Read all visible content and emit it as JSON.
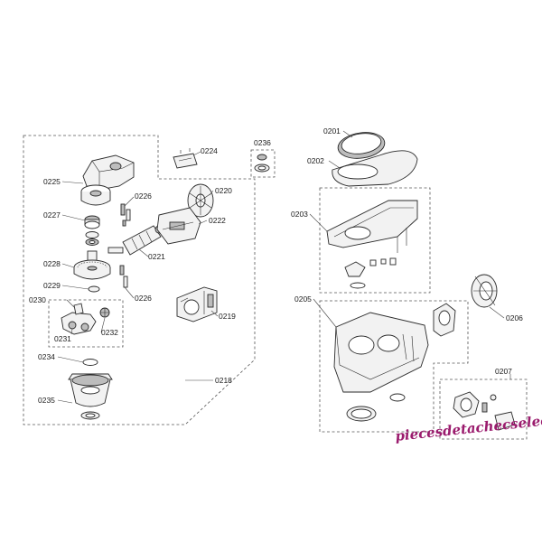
{
  "labels": {
    "l0201": "0201",
    "l0202": "0202",
    "l0203": "0203",
    "l0205": "0205",
    "l0206": "0206",
    "l0207": "0207",
    "l0218": "0218",
    "l0219": "0219",
    "l0220": "0220",
    "l0221": "0221",
    "l0222": "0222",
    "l0224": "0224",
    "l0225": "0225",
    "l0226a": "0226",
    "l0226b": "0226",
    "l0227": "0227",
    "l0228": "0228",
    "l0229": "0229",
    "l0230": "0230",
    "l0231": "0231",
    "l0232": "0232",
    "l0234": "0234",
    "l0235": "0235",
    "l0236": "0236"
  },
  "watermark": "piecesdetachecselec.com",
  "colors": {
    "watermark": "#9b1c6e",
    "line": "#2a2a2a",
    "dashed": "#555555"
  }
}
